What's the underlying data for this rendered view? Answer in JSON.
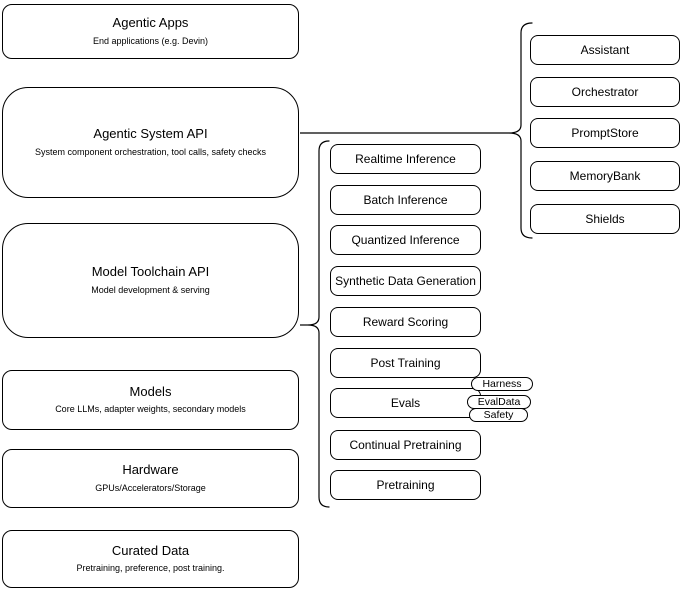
{
  "colors": {
    "background": "#ffffff",
    "box_fill": "#ffffff",
    "stroke": "#000000",
    "text": "#000000"
  },
  "left_boxes": [
    {
      "title": "Agentic Apps",
      "subtitle": "End applications (e.g. Devin)"
    },
    {
      "title": "Agentic System API",
      "subtitle": "System component orchestration, tool calls, safety checks"
    },
    {
      "title": "Model Toolchain API",
      "subtitle": "Model development & serving"
    },
    {
      "title": "Models",
      "subtitle": "Core LLMs, adapter weights, secondary models"
    },
    {
      "title": "Hardware",
      "subtitle": "GPUs/Accelerators/Storage"
    },
    {
      "title": "Curated Data",
      "subtitle": "Pretraining, preference, post training."
    }
  ],
  "toolchain_boxes": [
    "Realtime Inference",
    "Batch Inference",
    "Quantized Inference",
    "Synthetic Data Generation",
    "Reward Scoring",
    "Post Training",
    "Evals",
    "Continual Pretraining",
    "Pretraining"
  ],
  "eval_pills": [
    "Harness",
    "EvalData",
    "Safety"
  ],
  "system_component_boxes": [
    "Assistant",
    "Orchestrator",
    "PromptStore",
    "MemoryBank",
    "Shields"
  ]
}
